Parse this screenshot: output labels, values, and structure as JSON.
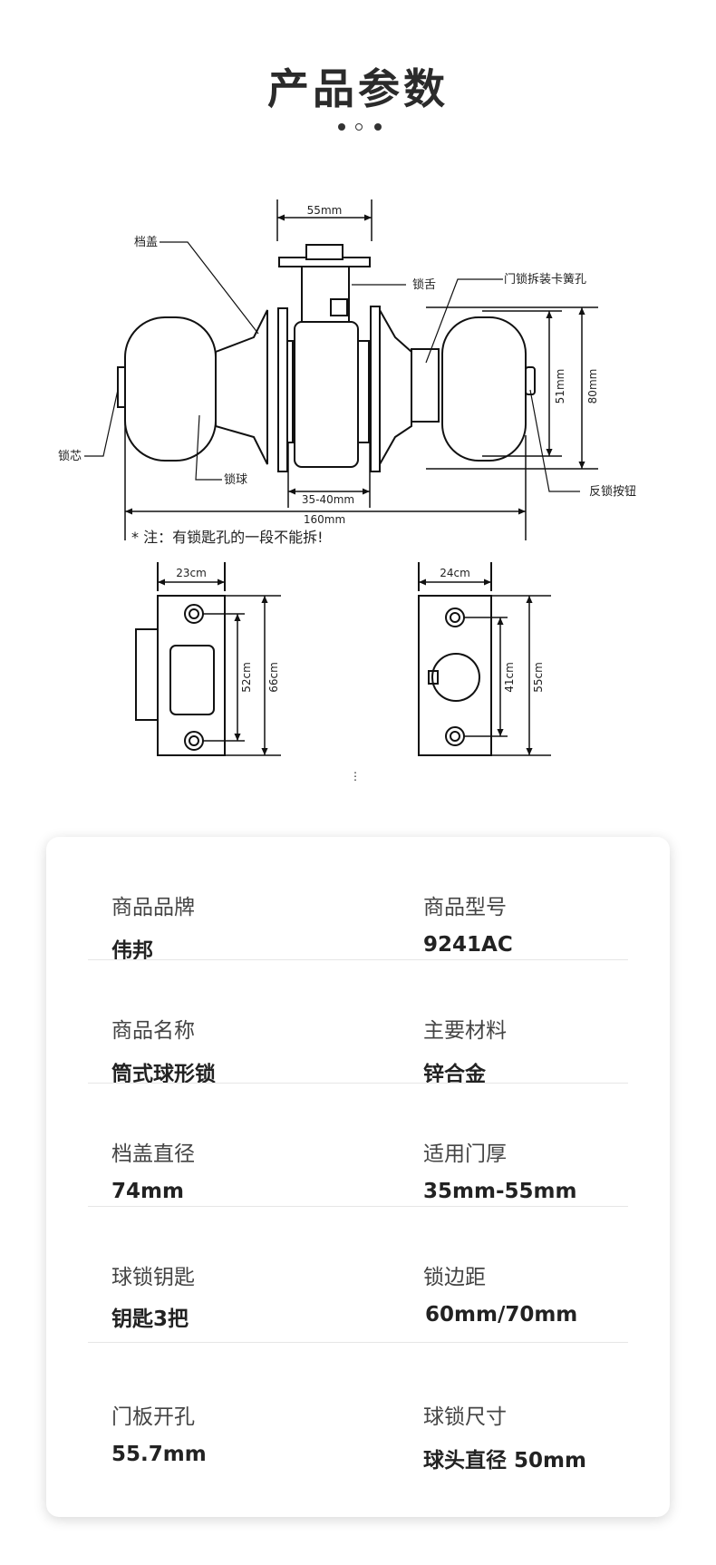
{
  "header": {
    "title": "产品参数"
  },
  "diagram": {
    "dims": {
      "top_width": "55mm",
      "door_range": "35-40mm",
      "total_length": "160mm",
      "knob_inner": "51mm",
      "knob_outer": "80mm"
    },
    "parts": {
      "cover": "档盖",
      "latch_tongue": "锁舌",
      "disassembly_hole": "门锁拆装卡簧孔",
      "cylinder": "锁芯",
      "knob": "锁球",
      "lock_button": "反锁按钮"
    },
    "note": "* 注：有锁匙孔的一段不能拆!",
    "plate_left": {
      "width": "23cm",
      "inner": "52cm",
      "outer": "66cm"
    },
    "plate_right": {
      "width": "24cm",
      "inner": "41cm",
      "outer": "55cm"
    },
    "ellipsis": "⋮"
  },
  "specs": [
    {
      "label_left": "商品品牌",
      "value_left": "伟邦",
      "label_right": "商品型号",
      "value_right": "9241AC"
    },
    {
      "label_left": "商品名称",
      "value_left": "筒式球形锁",
      "label_right": "主要材料",
      "value_right": "锌合金"
    },
    {
      "label_left": "档盖直径",
      "value_left": "74mm",
      "label_right": "适用门厚",
      "value_right": "35mm-55mm"
    },
    {
      "label_left": "球锁钥匙",
      "value_left": "钥匙3把",
      "label_right": "锁边距",
      "value_right": "60mm/70mm"
    },
    {
      "label_left": "门板开孔",
      "value_left": "55.7mm",
      "label_right": "球锁尺寸",
      "value_right": "球头直径 50mm"
    }
  ]
}
